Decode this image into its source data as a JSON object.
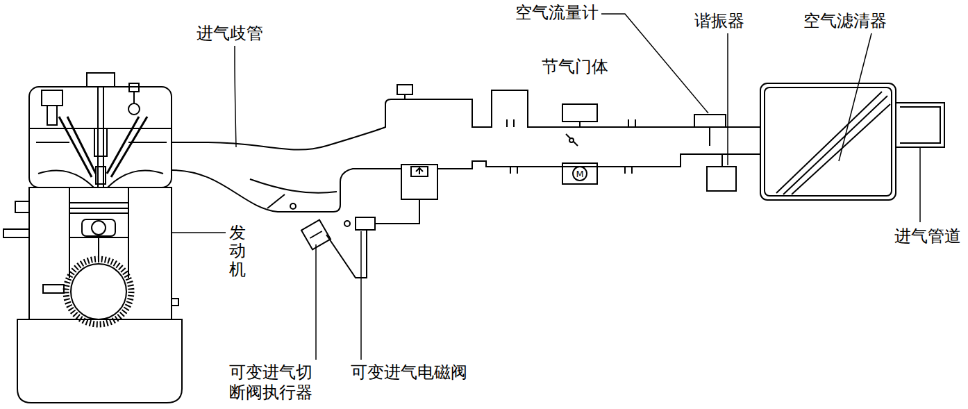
{
  "diagram": {
    "labels": [
      "进气歧管",
      "空气流量计",
      "谐振器",
      "空气滤清器",
      "节气门体",
      "发动机",
      "可变进气切 断阀执行器",
      "可变进气电磁阀",
      "进气管道",
      "M"
    ]
  }
}
